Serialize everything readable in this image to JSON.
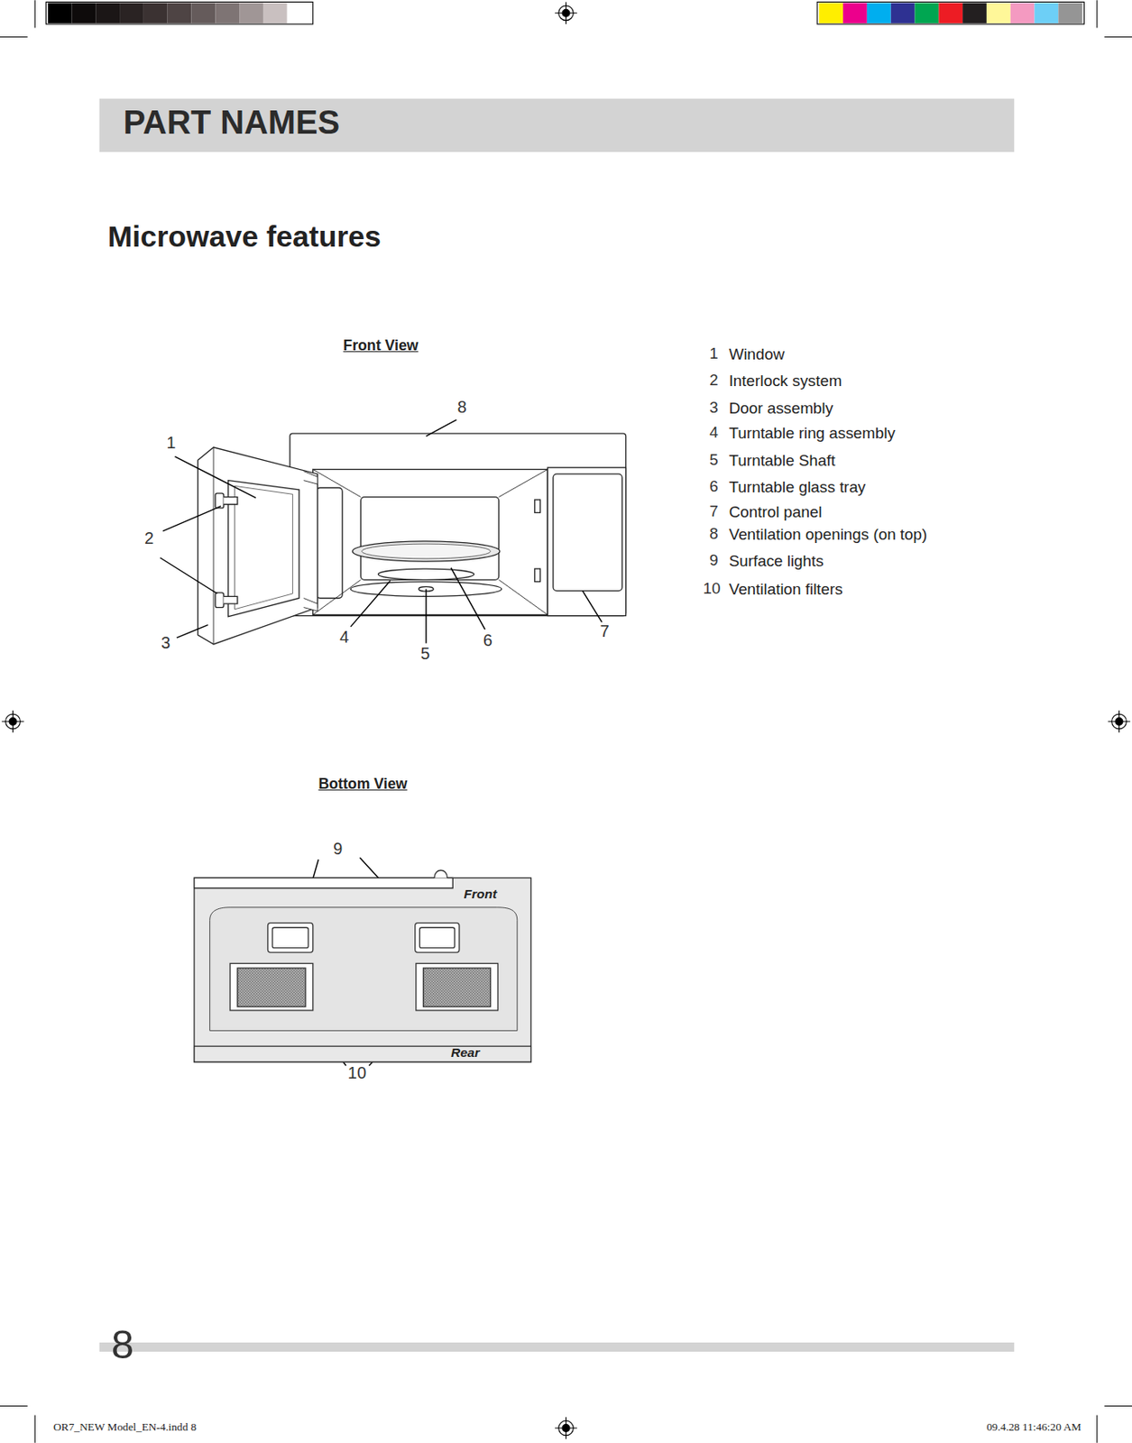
{
  "diagram": {
    "title": "PART NAMES",
    "labels": [
      "Microwave features",
      "Front View",
      "8",
      "1",
      "2",
      "3",
      "4",
      "5",
      "6",
      "7",
      "1",
      "Window",
      "2",
      "Interlock system",
      "3",
      "Door assembly",
      "4",
      "Turntable ring assembly",
      "5",
      "Turntable Shaft",
      "6",
      "Turntable glass tray",
      "7",
      "Control panel",
      "8",
      "Ventilation openings (on top)",
      "9",
      "Surface lights",
      "10",
      "Ventilation filters",
      "Bottom View",
      "9",
      "Front",
      "Rear",
      "10",
      "8",
      "OR7_NEW Model_EN-4.indd 8",
      "09.4.28 11:46:20 AM"
    ]
  }
}
